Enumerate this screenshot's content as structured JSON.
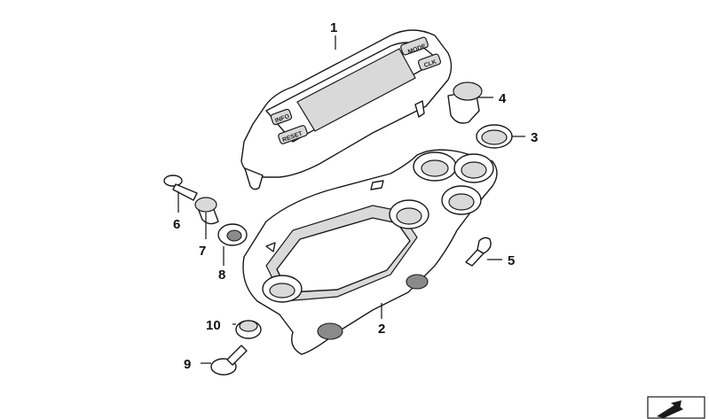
{
  "callouts": [
    {
      "id": "1",
      "label": "1"
    },
    {
      "id": "2",
      "label": "2"
    },
    {
      "id": "3",
      "label": "3"
    },
    {
      "id": "4",
      "label": "4"
    },
    {
      "id": "5",
      "label": "5"
    },
    {
      "id": "6",
      "label": "6"
    },
    {
      "id": "7",
      "label": "7"
    },
    {
      "id": "8",
      "label": "8"
    },
    {
      "id": "9",
      "label": "9"
    },
    {
      "id": "10",
      "label": "10"
    }
  ],
  "buttons": {
    "mode": "MODE",
    "clk": "CLK",
    "info": "INFO",
    "reset": "RESET"
  },
  "colors": {
    "line": "#1a1a1a",
    "fill": "#ffffff",
    "shade": "#d9d9d9"
  }
}
